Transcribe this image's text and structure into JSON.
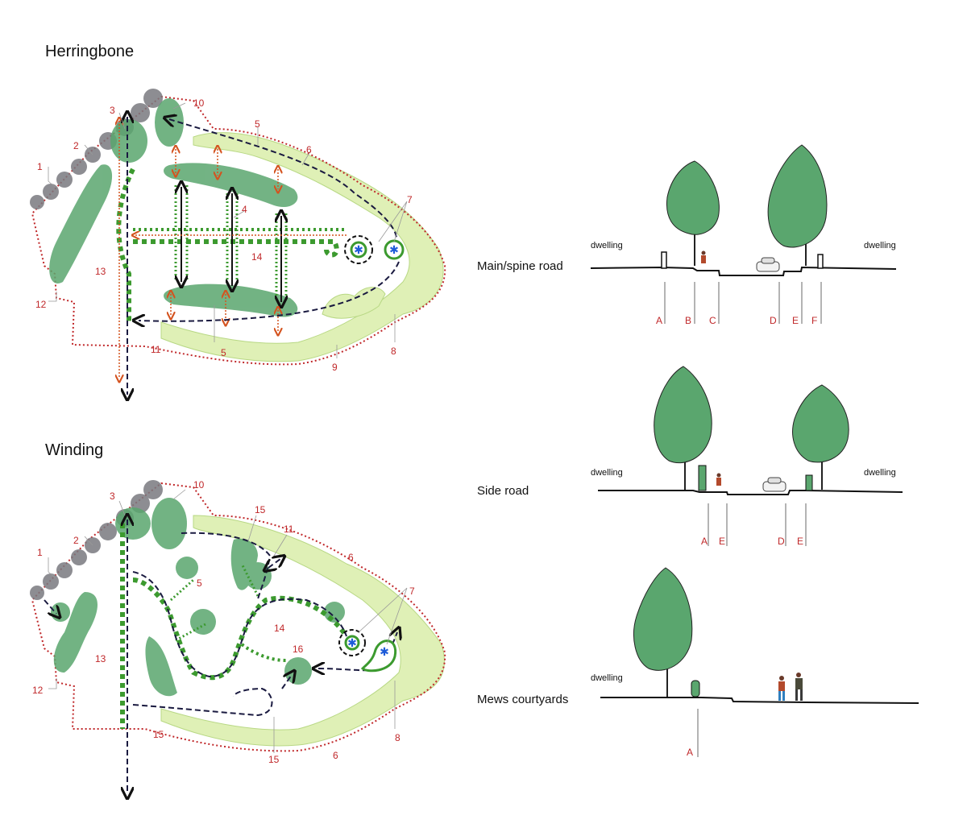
{
  "titles": {
    "herringbone": "Herringbone",
    "winding": "Winding"
  },
  "sections": {
    "main": {
      "label": "Main/spine road",
      "dwelling_left": "dwelling",
      "dwelling_right": "dwelling",
      "letters": [
        "A",
        "B",
        "C",
        "D",
        "E",
        "F"
      ]
    },
    "side": {
      "label": "Side road",
      "dwelling_left": "dwelling",
      "dwelling_right": "dwelling",
      "letters": [
        "A",
        "E",
        "D",
        "E"
      ]
    },
    "mews": {
      "label": "Mews courtyards",
      "dwelling_left": "dwelling",
      "letters": [
        "A"
      ]
    }
  },
  "herringbone_numbers": [
    "1",
    "2",
    "3",
    "10",
    "5",
    "6",
    "4",
    "7",
    "13",
    "14",
    "12",
    "11",
    "5",
    "9",
    "8"
  ],
  "winding_numbers": [
    "3",
    "10",
    "15",
    "11",
    "2",
    "5",
    "6",
    "1",
    "7",
    "14",
    "16",
    "13",
    "12",
    "15",
    "15",
    "6",
    "8"
  ],
  "colors": {
    "tree": "#5aa66e",
    "grass": "#dff0b6",
    "path": "#3c9a2f",
    "boundary": "#c0282a",
    "road": "#1a1a40",
    "rock": "#7a7a80"
  }
}
